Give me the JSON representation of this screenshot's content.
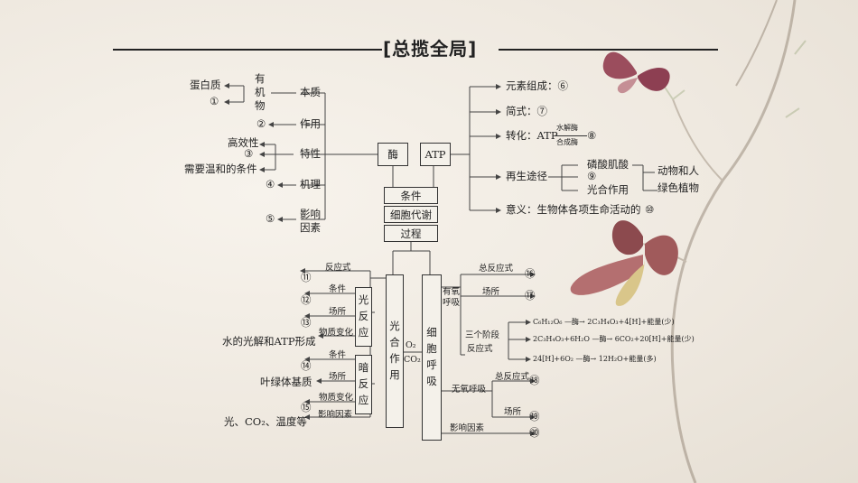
{
  "title": "[总揽全局]",
  "enzyme": {
    "center_label": "酶",
    "organic_left": [
      "蛋白质",
      "①"
    ],
    "organic_mid": [
      "有",
      "机",
      "物"
    ],
    "items": [
      {
        "label": "本质"
      },
      {
        "label": "作用",
        "num": "②"
      },
      {
        "label": "特性",
        "results": [
          "高效性",
          "③",
          "需要温和的条件"
        ]
      },
      {
        "label": "机理",
        "num": "④"
      },
      {
        "label": "影响\n因素",
        "num": "⑤"
      }
    ]
  },
  "atp": {
    "label": "ATP",
    "composition": "元素组成：⑥",
    "formula": "简式：⑦",
    "conversion_prefix": "转化：ATP",
    "conversion_top": "水解酶",
    "conversion_bottom": "合成酶",
    "conversion_num": "⑧",
    "regeneration": "再生途径",
    "paths": [
      "磷酸肌酸",
      "⑨",
      "光合作用"
    ],
    "organisms": [
      "动物和人",
      "绿色植物"
    ],
    "meaning": "意义：生物体各项生命活动的",
    "meaning_num": "⑩"
  },
  "metabolism": [
    "条件",
    "细胞代谢",
    "过程"
  ],
  "photosynthesis": {
    "label": [
      "光",
      "合",
      "作",
      "用"
    ],
    "light_reaction": [
      "光",
      "反",
      "应"
    ],
    "dark_reaction": [
      "暗",
      "反",
      "应"
    ],
    "branches": [
      {
        "label": "反应式",
        "num": "⑪"
      },
      {
        "label": "条件",
        "num": "⑫"
      },
      {
        "label": "场所",
        "num": "⑬"
      },
      {
        "label": "物质变化",
        "result": "水的光解和ATP形成"
      },
      {
        "label": "条件",
        "num": "⑭"
      },
      {
        "label": "场所",
        "result": "叶绿体基质"
      },
      {
        "label": "物质变化",
        "num": "⑮"
      },
      {
        "label": "影响因素",
        "result": "光、CO₂、温度等"
      }
    ],
    "o2": "O₂",
    "co2": "CO₂"
  },
  "respiration": {
    "label": [
      "细",
      "胞",
      "呼",
      "吸"
    ],
    "aerobic": "有氧呼吸",
    "aerobic_total": "总反应式",
    "aerobic_total_num": "⑯",
    "aerobic_site": "场所",
    "aerobic_site_num": "⑰",
    "three_stages": "三个阶段",
    "stages_label": "反应式",
    "stage_eqs": [
      "C₆H₁₂O₆ —酶→ 2C₃H₄O₃+4[H]+能量(少)",
      "2C₃H₄O₃+6H₂O —酶→ 6CO₂+20[H]+能量(少)",
      "24[H]+6O₂ —酶→ 12H₂O+能量(多)"
    ],
    "anaerobic": "无氧呼吸",
    "anaerobic_total": "总反应式",
    "anaerobic_total_num": "⑱",
    "anaerobic_site": "场所",
    "anaerobic_site_num": "⑲",
    "factors": "影响因素",
    "factors_num": "⑳"
  }
}
